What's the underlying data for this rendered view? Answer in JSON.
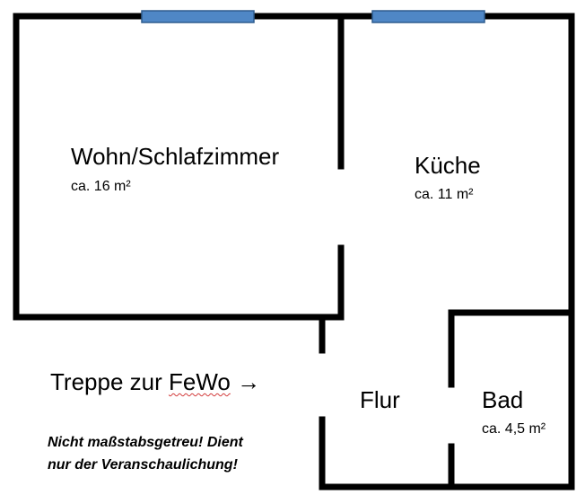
{
  "colors": {
    "wall": "#000000",
    "window_fill": "#4f87c6",
    "window_stroke": "#2e5c8e",
    "spellcheck": "#d23b3b"
  },
  "rooms": {
    "wohn": {
      "name": "Wohn/Schlafzimmer",
      "area": "ca. 16 m²"
    },
    "kueche": {
      "name": "Küche",
      "area": "ca. 11 m²"
    },
    "flur": {
      "name": "Flur"
    },
    "bad": {
      "name": "Bad",
      "area": "ca. 4,5 m²"
    }
  },
  "stairs": {
    "prefix": "Treppe zur ",
    "word": "FeWo",
    "arrow": "→"
  },
  "note": {
    "line1": "Nicht maßstabsgetreu! Dient",
    "line2": "nur der Veranschaulichung!"
  }
}
